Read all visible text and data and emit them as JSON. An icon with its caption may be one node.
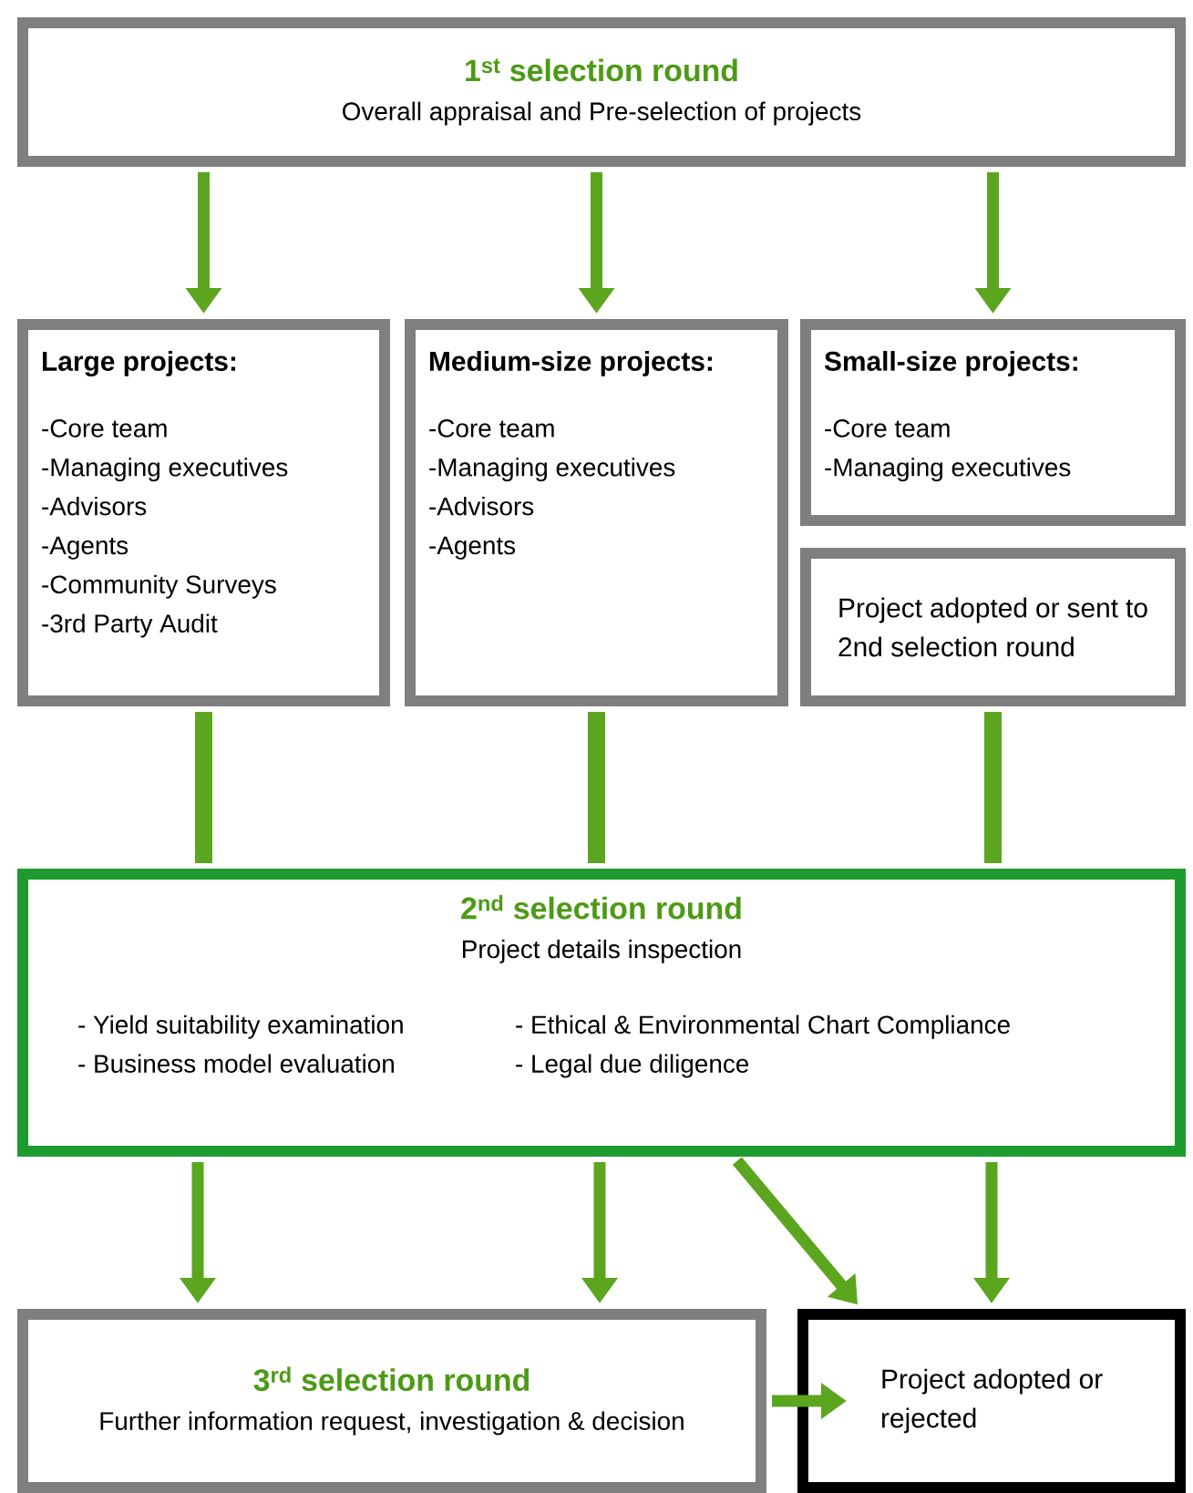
{
  "diagram": {
    "nodes": [
      {
        "text": [
          "1$^{st}$ selection round",
          "Overall appraisal and Pre-selection of projects"
        ]
      },
      {
        "text": [
          "Large projects:",
          "-Core team",
          "-Managing executives",
          "-Advisors",
          "-Agents",
          "-Community Surveys",
          "-3rd Party Audit"
        ]
      },
      {
        "text": [
          "Medium-size projects:",
          "-Core team",
          "-Managing executives",
          "-Advisors",
          "-Agents"
        ]
      },
      {
        "text": [
          "Small-size projects:",
          "-Core team",
          "-Managing executives"
        ]
      },
      {
        "text": [
          "Project adopted or sent to 2nd selection round"
        ]
      },
      {
        "text": [
          "2$^{nd}$ selection round",
          "Project details inspection",
          "- Yield suitability examination",
          "- Ethical & Environmental Chart Compliance",
          "- Business model evaluation",
          "- Legal due diligence"
        ]
      },
      {
        "text": [
          "3$^{rd}$ selection round",
          "Further information request, investigation & decision"
        ]
      },
      {
        "text": [
          "Project adopted or rejected"
        ]
      }
    ],
    "edges": [
      {
        "from": 0,
        "to": 1,
        "arrow": "to"
      },
      {
        "from": 0,
        "to": 2,
        "arrow": "to"
      },
      {
        "from": 0,
        "to": 3,
        "arrow": "to"
      },
      {
        "from": 1,
        "to": 5,
        "arrow": "none"
      },
      {
        "from": 2,
        "to": 5,
        "arrow": "none"
      },
      {
        "from": 4,
        "to": 5,
        "arrow": "none"
      },
      {
        "from": 5,
        "to": 6,
        "arrow": "to"
      },
      {
        "from": 5,
        "to": 6,
        "arrow": "to"
      },
      {
        "from": 5,
        "to": 7,
        "arrow": "to"
      },
      {
        "from": 5,
        "to": 7,
        "arrow": "to"
      },
      {
        "from": 6,
        "to": 7,
        "arrow": "to"
      }
    ]
  }
}
